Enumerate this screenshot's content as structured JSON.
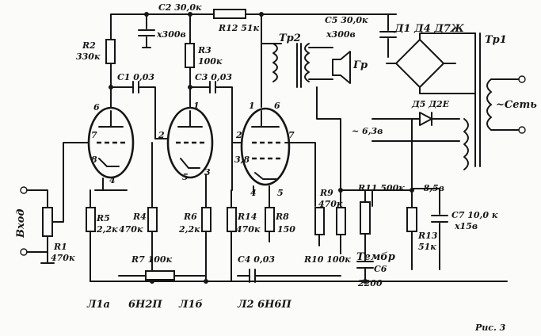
{
  "labels": {
    "input": "Вход",
    "r1": "R1",
    "r1_val": "470к",
    "r2": "R2",
    "r2_val": "330к",
    "r3": "R3",
    "r3_val": "100к",
    "r4": "R4",
    "r4_val": "470к",
    "r5": "R5",
    "r5_val": "2,2к",
    "r6": "R6",
    "r6_val": "2,2к",
    "r7": "R7 100к",
    "r8": "R8",
    "r8_val": "150",
    "r9": "R9",
    "r9_val": "470к",
    "r10": "R10 100к",
    "r11": "R11 500к",
    "r12": "R12 51к",
    "r13": "R13",
    "r13_val": "51к",
    "r14": "R14",
    "r14_val": "470к",
    "c1": "C1 0,03",
    "c2": "C2 30,0к",
    "c2_val": "x300в",
    "c3": "C3 0,03",
    "c4": "C4 0,03",
    "c5": "C5 30,0к",
    "c5_val": "x300в",
    "c6": "C6",
    "c6_val": "2200",
    "c7": "C7 10,0 к",
    "c7_val": "x15в",
    "tone": "Тембр",
    "tr1": "Тр1",
    "tr2": "Тр2",
    "speaker": "Гр",
    "diodes_bridge": "Д1 Д4 Д7Ж",
    "diode5": "Д5 Д2Е",
    "mains": "~Сеть",
    "v63": "~ 6,3в",
    "v85": "-8,5в",
    "tube_l1a": "Л1а",
    "tube_l1b": "Л1б",
    "tube_l1_type": "6Н2П",
    "tube_l2": "Л2 6Н6П",
    "caption": "Рис. 3",
    "pins": [
      "6",
      "7",
      "8",
      "4",
      "1",
      "2",
      "3",
      "5",
      "1",
      "6",
      "2",
      "7",
      "3,8",
      "4",
      "5"
    ]
  }
}
